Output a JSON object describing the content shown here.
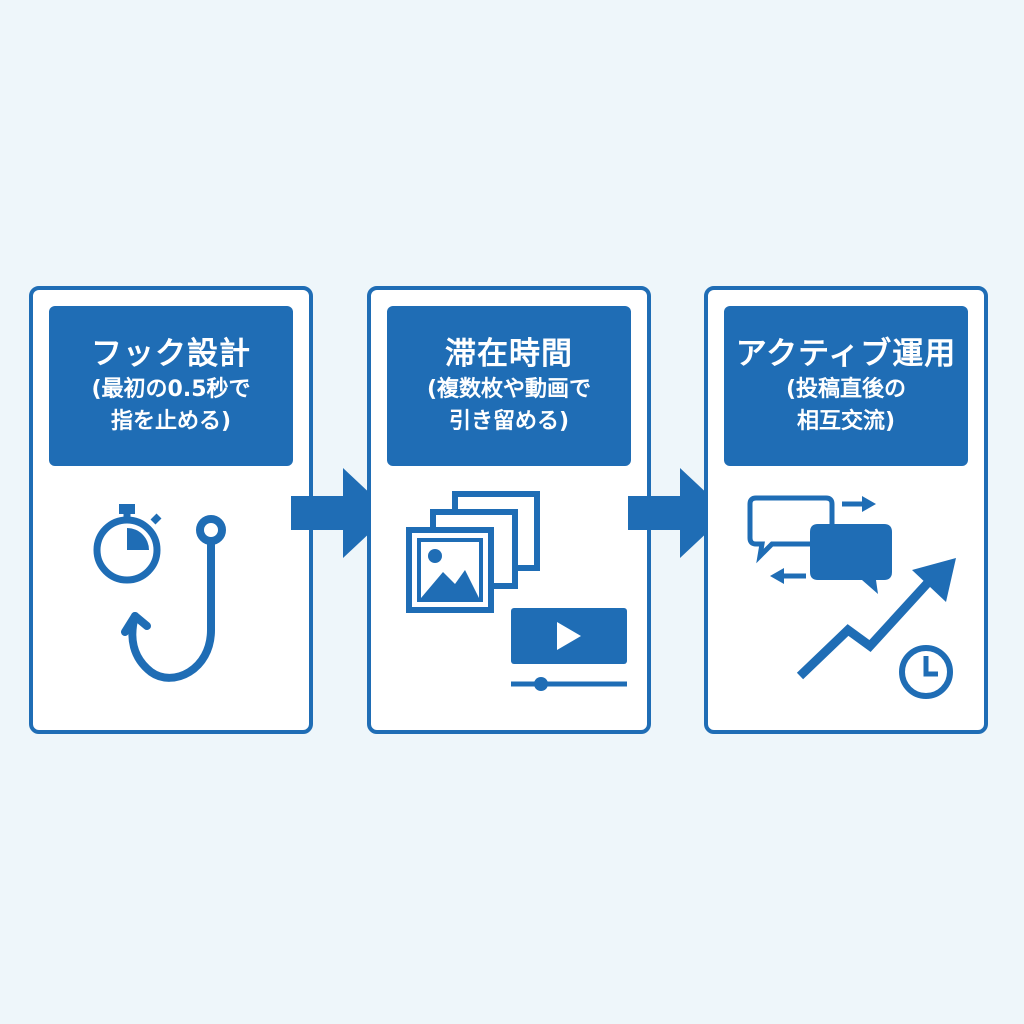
{
  "steps": [
    {
      "title": "フック設計",
      "sub_lines": [
        "(最初の0.5秒で",
        "指を止める)"
      ]
    },
    {
      "title": "滞在時間",
      "sub_lines": [
        "(複数枚や動画で",
        "引き留める)"
      ]
    },
    {
      "title": "アクティブ運用",
      "sub_lines": [
        "(投稿直後の",
        "相互交流)"
      ]
    }
  ],
  "icons": {
    "step1": [
      "stopwatch-icon",
      "fish-hook-icon"
    ],
    "step2": [
      "image-stack-icon",
      "video-player-icon"
    ],
    "step3": [
      "chat-bubbles-icon",
      "exchange-arrows-icon",
      "rising-trend-icon",
      "clock-icon"
    ],
    "flow": "right-arrow-icon"
  },
  "colors": {
    "primary": "#1f6db5",
    "background": "#eef6fa",
    "panel": "#ffffff"
  }
}
